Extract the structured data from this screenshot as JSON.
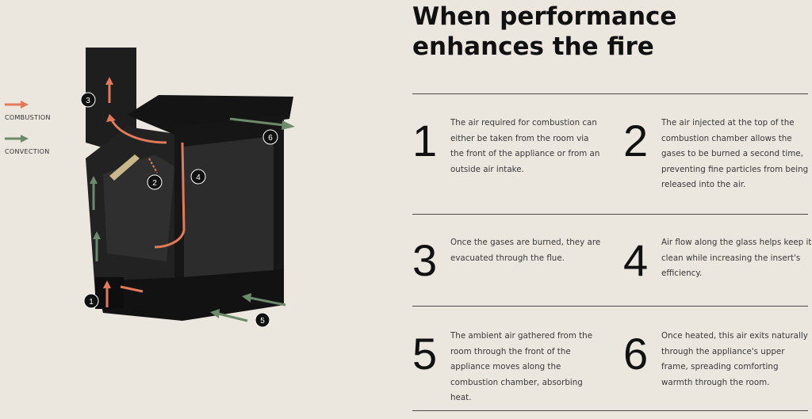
{
  "legend": {
    "combustion": {
      "label": "COMBUSTION",
      "color": "#e07a5a"
    },
    "convection": {
      "label": "CONVECTION",
      "color": "#6e8a6c"
    }
  },
  "diagram": {
    "markers": [
      "1",
      "2",
      "3",
      "4",
      "5",
      "6"
    ]
  },
  "heading": "When performance enhances the fire",
  "steps": [
    {
      "number": "1",
      "text": "The air required for combustion can either be taken from the room via the front of the appliance or from an outside air intake."
    },
    {
      "number": "2",
      "text": "The air injected at the top of the combustion chamber allows the gases to be burned a second time, preventing fine particles from being released into the air."
    },
    {
      "number": "3",
      "text": "Once the gases are burned, they are evacuated through the flue."
    },
    {
      "number": "4",
      "text": "Air flow along the glass helps keep it clean while increasing the insert's efficiency."
    },
    {
      "number": "5",
      "text": "The ambient air gathered from the room through the front of the appliance moves along the combustion chamber, absorbing heat."
    },
    {
      "number": "6",
      "text": "Once heated, this air exits naturally through the appliance's upper frame, spreading comforting warmth through the room."
    }
  ]
}
